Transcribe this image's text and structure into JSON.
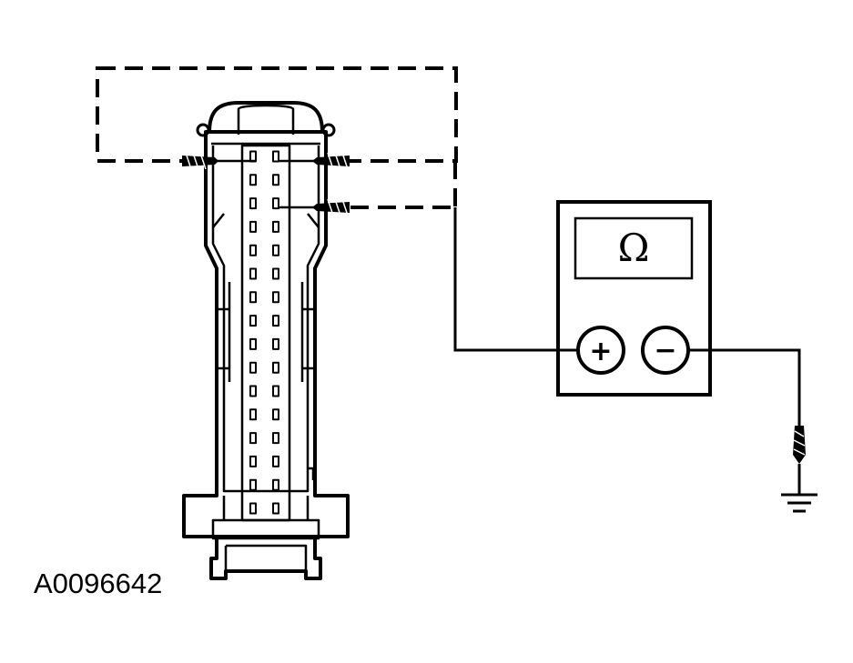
{
  "figure": {
    "id_label": "A0096642"
  },
  "meter": {
    "display_symbol": "Ω",
    "positive_terminal_label": "+",
    "negative_terminal_label": "−"
  },
  "connector": {
    "pin_columns": 2,
    "pin_rows": 16,
    "probed_pins": 3
  },
  "icons": [
    "connector-icon",
    "ohmmeter-icon",
    "test-probe-icon",
    "ground-icon"
  ],
  "colors": {
    "line": "#000000",
    "background": "#ffffff"
  }
}
